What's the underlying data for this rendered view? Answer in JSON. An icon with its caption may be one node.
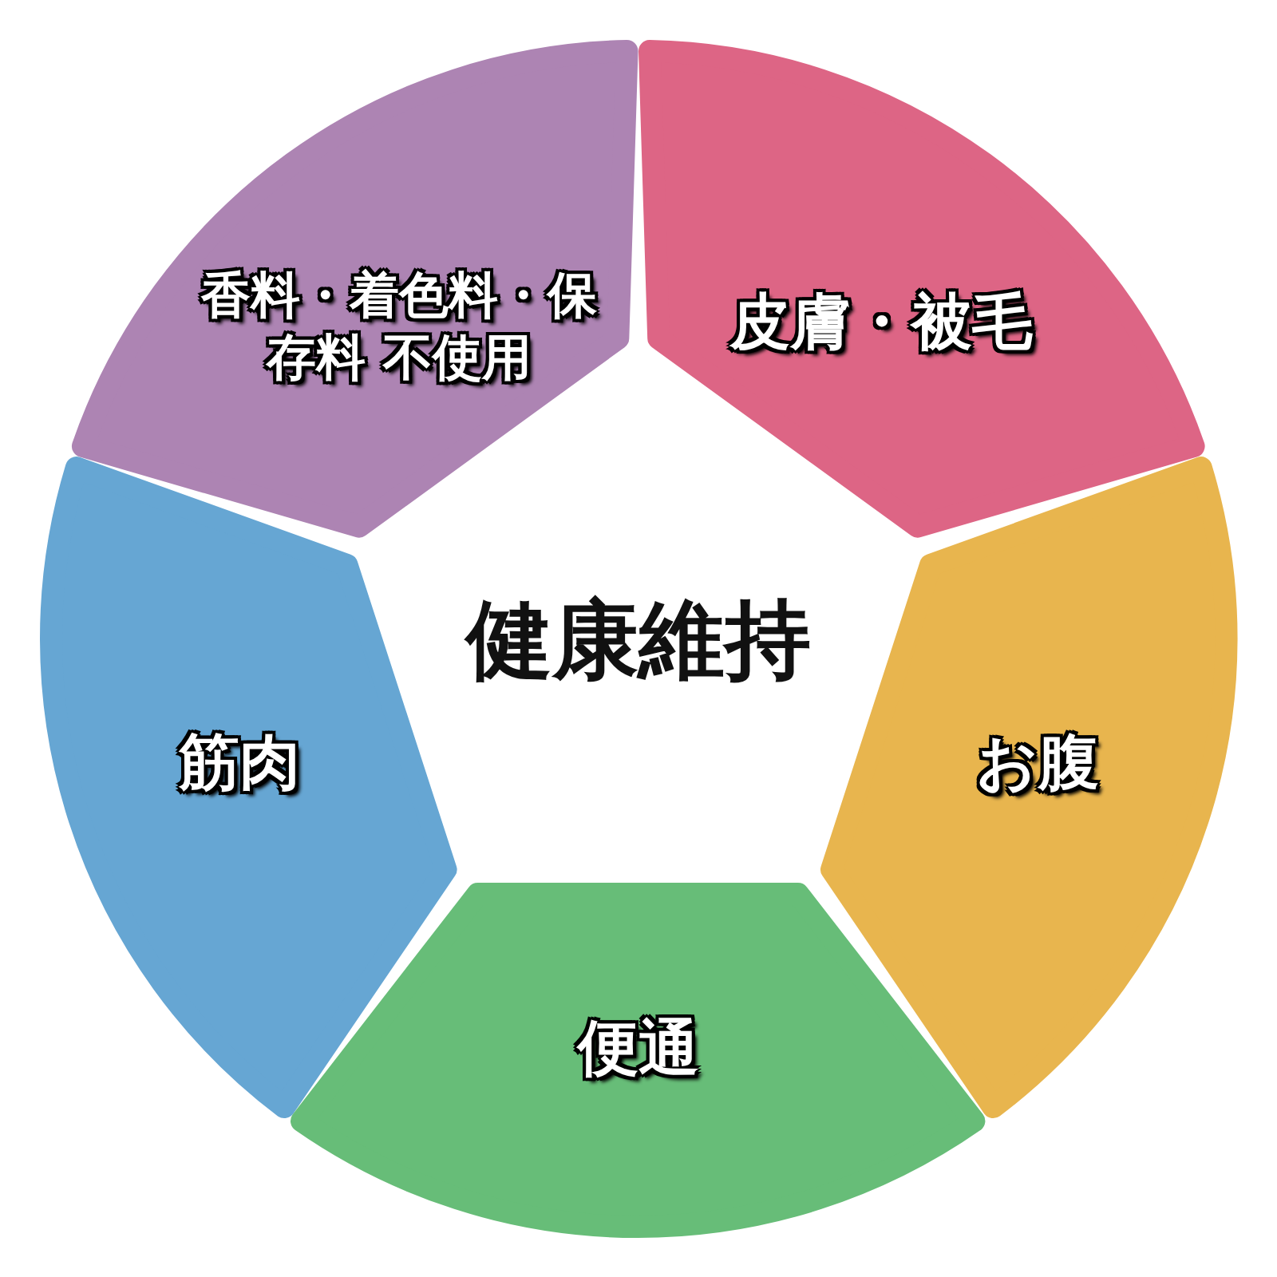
{
  "diagram": {
    "nodes": [
      {
        "text": [
          "香料・着色料・保存料 不使用"
        ]
      },
      {
        "text": [
          "皮膚・被毛"
        ]
      },
      {
        "text": [
          "筋肉"
        ]
      },
      {
        "text": [
          "お腹"
        ]
      },
      {
        "text": [
          "便通"
        ]
      }
    ],
    "labels": [
      "健康維持"
    ]
  }
}
